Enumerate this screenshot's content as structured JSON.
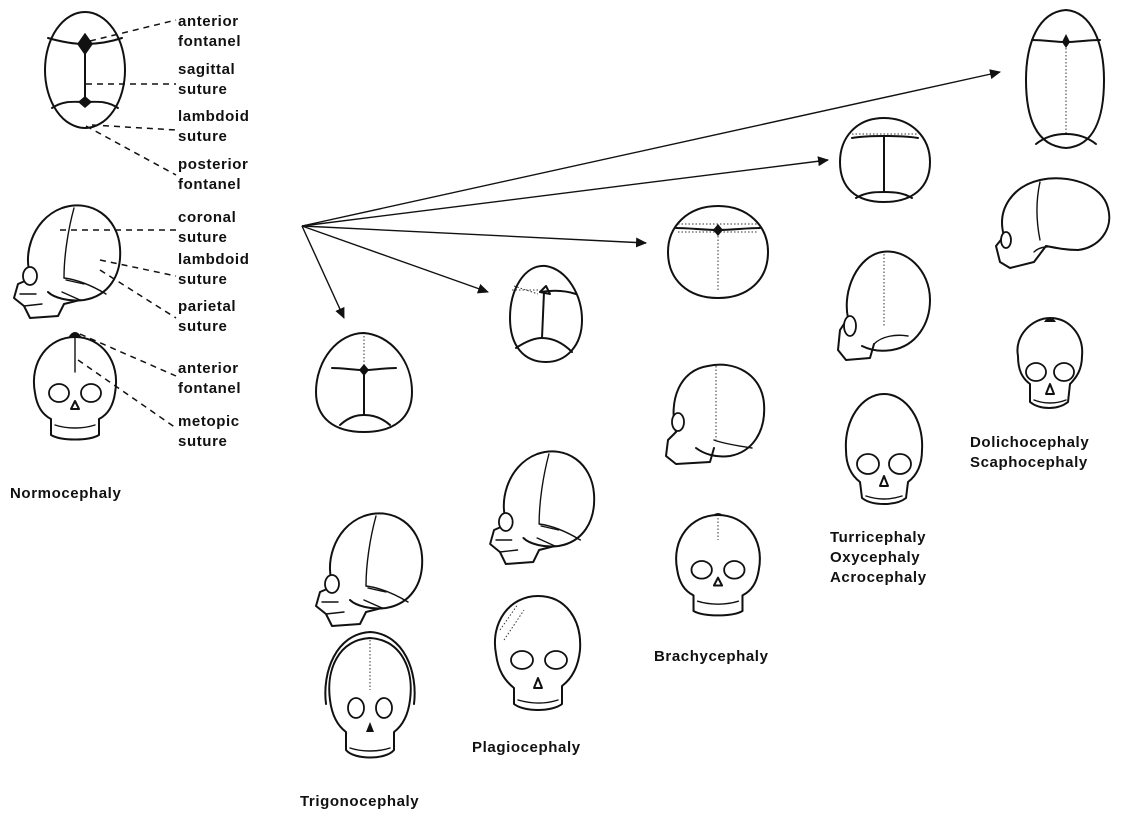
{
  "labels": {
    "anterior_fontanel_top": [
      "anterior",
      "fontanel"
    ],
    "sagittal_suture": [
      "sagittal",
      "suture"
    ],
    "lambdoid_suture_top": [
      "lambdoid",
      "suture"
    ],
    "posterior_fontanel": [
      "posterior",
      "fontanel"
    ],
    "coronal_suture": [
      "coronal",
      "suture"
    ],
    "lambdoid_suture_side": [
      "lambdoid",
      "suture"
    ],
    "parietal_suture": [
      "parietal",
      "suture"
    ],
    "anterior_fontanel_front": [
      "anterior",
      "fontanel"
    ],
    "metopic_suture": [
      "metopic",
      "suture"
    ]
  },
  "titles": {
    "normocephaly": [
      "Normocephaly"
    ],
    "trigonocephaly": [
      "Trigonocephaly"
    ],
    "plagiocephaly": [
      "Plagiocephaly"
    ],
    "brachycephaly": [
      "Brachycephaly"
    ],
    "turricephaly": [
      "Turricephaly",
      "Oxycephaly",
      "Acrocephaly"
    ],
    "dolichocephaly": [
      "Dolichocephaly",
      "Scaphocephaly"
    ]
  }
}
